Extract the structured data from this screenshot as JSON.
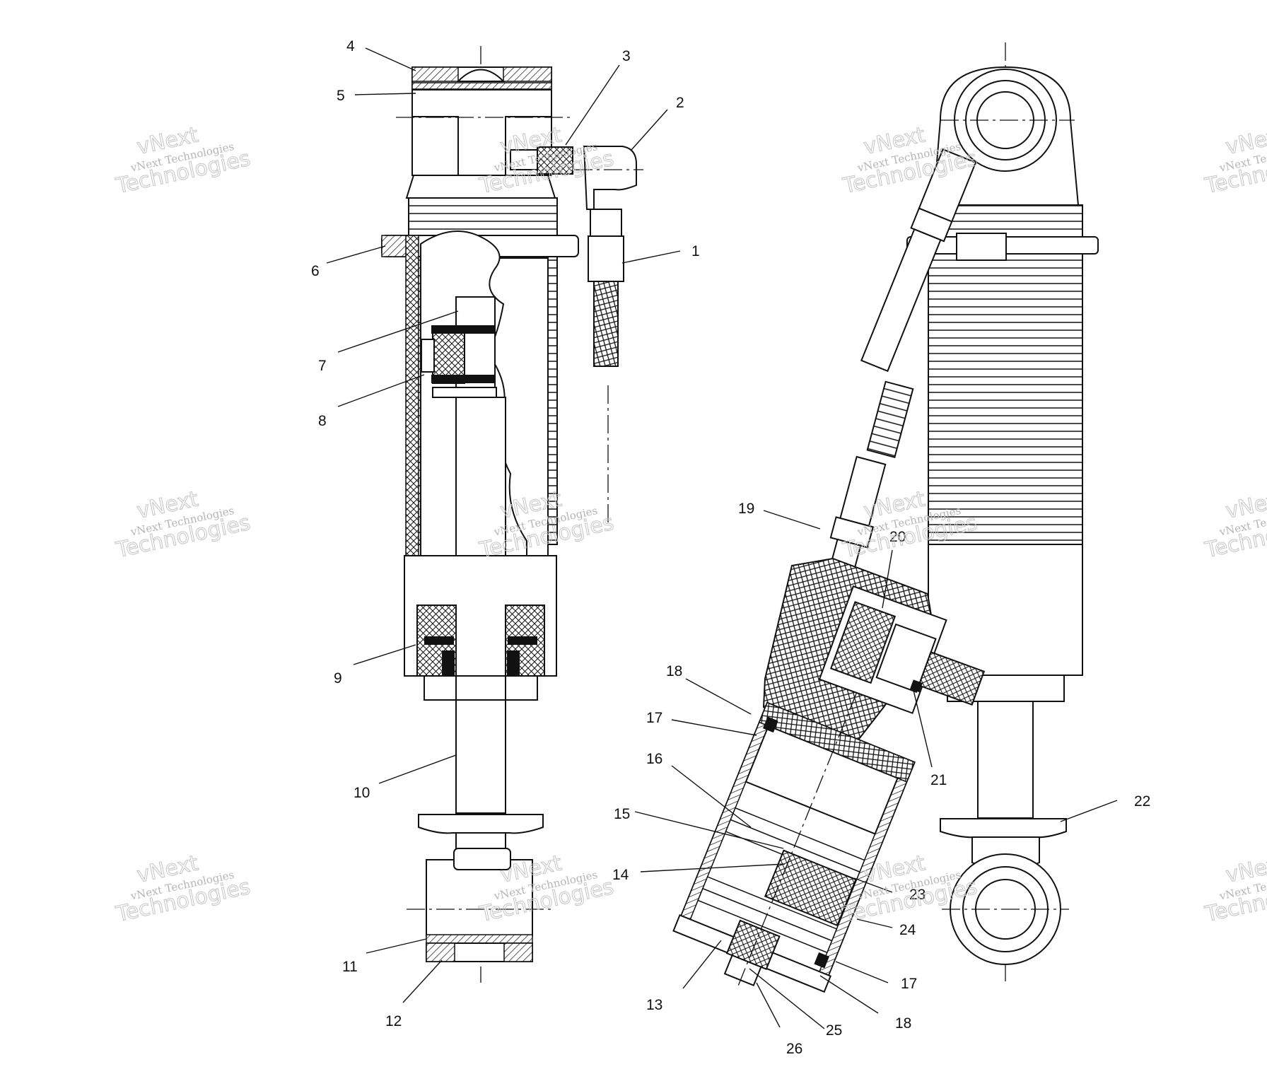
{
  "watermark": {
    "line1": "vNext",
    "line2": "vNext Technologies",
    "line3": "Technologies"
  },
  "callouts": [
    "1",
    "2",
    "3",
    "4",
    "5",
    "6",
    "7",
    "8",
    "9",
    "10",
    "11",
    "12",
    "13",
    "14",
    "15",
    "16",
    "17",
    "18",
    "19",
    "20",
    "21",
    "22",
    "23",
    "24",
    "25",
    "26",
    "17",
    "18"
  ]
}
